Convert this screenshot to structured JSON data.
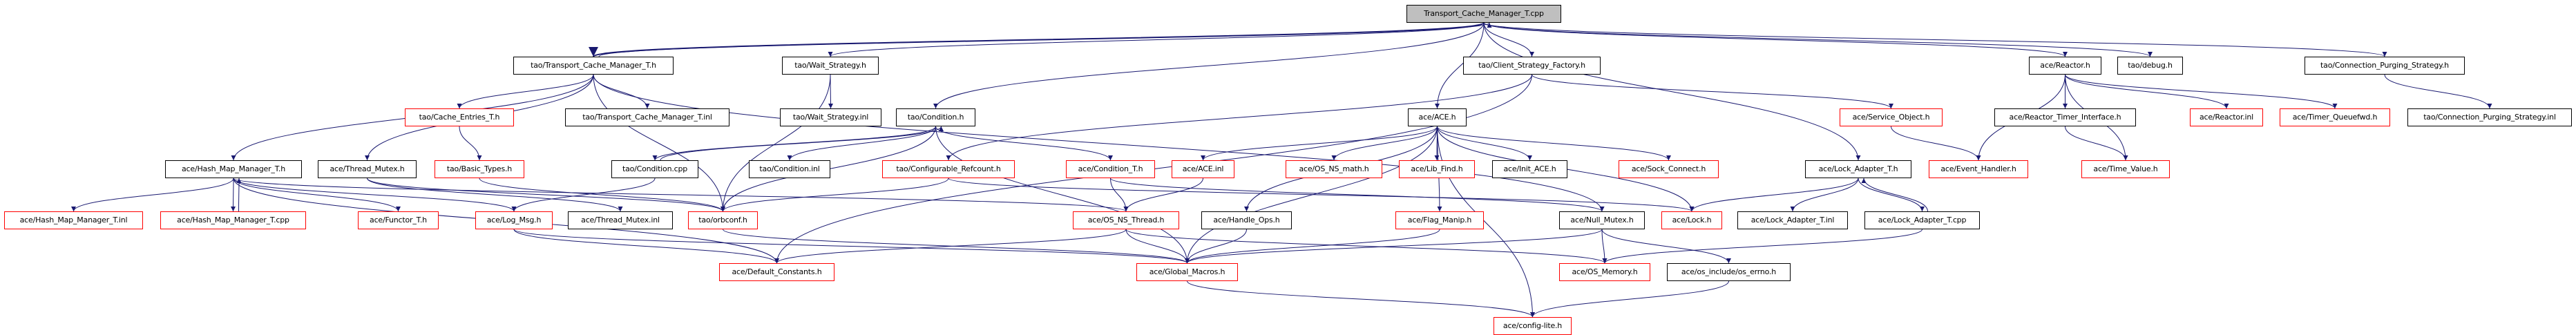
{
  "graph": {
    "title": "Transport_Cache_Manager_T.cpp include dependency graph",
    "edge_color": "#191970",
    "incomplete_border_color": "#ff0000",
    "root_fill_color": "#bfbfbf",
    "nodes": [
      {
        "id": "root",
        "label": "Transport_Cache_Manager_T.cpp",
        "style": "root"
      },
      {
        "id": "tcm_h",
        "label": "tao/Transport_Cache_Manager_T.h",
        "style": "normal"
      },
      {
        "id": "wait_h",
        "label": "tao/Wait_Strategy.h",
        "style": "normal"
      },
      {
        "id": "csf_h",
        "label": "tao/Client_Strategy_Factory.h",
        "style": "normal"
      },
      {
        "id": "reactor_h",
        "label": "ace/Reactor.h",
        "style": "normal"
      },
      {
        "id": "debug_h",
        "label": "tao/debug.h",
        "style": "normal"
      },
      {
        "id": "cps_h",
        "label": "tao/Connection_Purging_Strategy.h",
        "style": "normal"
      },
      {
        "id": "cache_entries",
        "label": "tao/Cache_Entries_T.h",
        "style": "red"
      },
      {
        "id": "tcm_inl",
        "label": "tao/Transport_Cache_Manager_T.inl",
        "style": "normal"
      },
      {
        "id": "wait_inl",
        "label": "tao/Wait_Strategy.inl",
        "style": "normal"
      },
      {
        "id": "condition_h",
        "label": "tao/Condition.h",
        "style": "normal"
      },
      {
        "id": "ace_h",
        "label": "ace/ACE.h",
        "style": "normal"
      },
      {
        "id": "service_object",
        "label": "ace/Service_Object.h",
        "style": "red"
      },
      {
        "id": "rti_h",
        "label": "ace/Reactor_Timer_Interface.h",
        "style": "normal"
      },
      {
        "id": "reactor_inl",
        "label": "ace/Reactor.inl",
        "style": "red"
      },
      {
        "id": "tqfwd",
        "label": "ace/Timer_Queuefwd.h",
        "style": "red"
      },
      {
        "id": "cps_inl",
        "label": "tao/Connection_Purging_Strategy.inl",
        "style": "normal"
      },
      {
        "id": "hmm_h",
        "label": "ace/Hash_Map_Manager_T.h",
        "style": "normal"
      },
      {
        "id": "thread_mutex_h",
        "label": "ace/Thread_Mutex.h",
        "style": "normal"
      },
      {
        "id": "basic_types",
        "label": "tao/Basic_Types.h",
        "style": "red"
      },
      {
        "id": "condition_cpp",
        "label": "tao/Condition.cpp",
        "style": "normal"
      },
      {
        "id": "condition_inl",
        "label": "tao/Condition.inl",
        "style": "normal"
      },
      {
        "id": "conf_refcount",
        "label": "tao/Configurable_Refcount.h",
        "style": "red"
      },
      {
        "id": "condition_t",
        "label": "ace/Condition_T.h",
        "style": "red"
      },
      {
        "id": "ace_inl",
        "label": "ace/ACE.inl",
        "style": "red"
      },
      {
        "id": "os_ns_math",
        "label": "ace/OS_NS_math.h",
        "style": "red"
      },
      {
        "id": "lib_find",
        "label": "ace/Lib_Find.h",
        "style": "red"
      },
      {
        "id": "init_ace",
        "label": "ace/Init_ACE.h",
        "style": "normal"
      },
      {
        "id": "sock_connect",
        "label": "ace/Sock_Connect.h",
        "style": "red"
      },
      {
        "id": "lock_adapter_h",
        "label": "ace/Lock_Adapter_T.h",
        "style": "normal"
      },
      {
        "id": "event_handler",
        "label": "ace/Event_Handler.h",
        "style": "red"
      },
      {
        "id": "time_value",
        "label": "ace/Time_Value.h",
        "style": "red"
      },
      {
        "id": "hmm_inl",
        "label": "ace/Hash_Map_Manager_T.inl",
        "style": "red"
      },
      {
        "id": "hmm_cpp",
        "label": "ace/Hash_Map_Manager_T.cpp",
        "style": "red"
      },
      {
        "id": "functor_t",
        "label": "ace/Functor_T.h",
        "style": "red"
      },
      {
        "id": "log_msg",
        "label": "ace/Log_Msg.h",
        "style": "red"
      },
      {
        "id": "thread_mutex_inl",
        "label": "ace/Thread_Mutex.inl",
        "style": "normal"
      },
      {
        "id": "orbconf",
        "label": "tao/orbconf.h",
        "style": "red"
      },
      {
        "id": "os_ns_thread",
        "label": "ace/OS_NS_Thread.h",
        "style": "red"
      },
      {
        "id": "handle_ops",
        "label": "ace/Handle_Ops.h",
        "style": "normal"
      },
      {
        "id": "flag_manip",
        "label": "ace/Flag_Manip.h",
        "style": "red"
      },
      {
        "id": "null_mutex",
        "label": "ace/Null_Mutex.h",
        "style": "normal"
      },
      {
        "id": "lock_h",
        "label": "ace/Lock.h",
        "style": "red"
      },
      {
        "id": "lock_adapter_inl",
        "label": "ace/Lock_Adapter_T.inl",
        "style": "normal"
      },
      {
        "id": "lock_adapter_cpp",
        "label": "ace/Lock_Adapter_T.cpp",
        "style": "normal"
      },
      {
        "id": "default_constants",
        "label": "ace/Default_Constants.h",
        "style": "red"
      },
      {
        "id": "global_macros",
        "label": "ace/Global_Macros.h",
        "style": "red"
      },
      {
        "id": "os_memory",
        "label": "ace/OS_Memory.h",
        "style": "red"
      },
      {
        "id": "os_errno",
        "label": "ace/os_include/os_errno.h",
        "style": "normal"
      },
      {
        "id": "config_lite",
        "label": "ace/config-lite.h",
        "style": "red"
      }
    ],
    "edges": [
      [
        "root",
        "tcm_h"
      ],
      [
        "tcm_h",
        "root"
      ],
      [
        "root",
        "wait_h"
      ],
      [
        "root",
        "condition_h"
      ],
      [
        "root",
        "csf_h"
      ],
      [
        "root",
        "ace_h"
      ],
      [
        "root",
        "lock_adapter_h"
      ],
      [
        "root",
        "reactor_h"
      ],
      [
        "root",
        "debug_h"
      ],
      [
        "root",
        "cps_h"
      ],
      [
        "tcm_h",
        "cache_entries"
      ],
      [
        "tcm_h",
        "tcm_inl"
      ],
      [
        "tcm_h",
        "hmm_h"
      ],
      [
        "tcm_h",
        "thread_mutex_h"
      ],
      [
        "tcm_h",
        "orbconf"
      ],
      [
        "tcm_h",
        "null_mutex"
      ],
      [
        "wait_h",
        "wait_inl"
      ],
      [
        "wait_h",
        "orbconf"
      ],
      [
        "cache_entries",
        "basic_types"
      ],
      [
        "condition_h",
        "condition_cpp"
      ],
      [
        "condition_cpp",
        "condition_h"
      ],
      [
        "condition_h",
        "condition_inl"
      ],
      [
        "condition_h",
        "condition_t"
      ],
      [
        "condition_h",
        "global_macros"
      ],
      [
        "condition_h",
        "orbconf"
      ],
      [
        "csf_h",
        "service_object"
      ],
      [
        "csf_h",
        "conf_refcount"
      ],
      [
        "csf_h",
        "default_constants"
      ],
      [
        "ace_h",
        "ace_inl"
      ],
      [
        "ace_h",
        "os_ns_math"
      ],
      [
        "ace_h",
        "lib_find"
      ],
      [
        "ace_h",
        "init_ace"
      ],
      [
        "ace_h",
        "sock_connect"
      ],
      [
        "ace_h",
        "handle_ops"
      ],
      [
        "ace_h",
        "flag_manip"
      ],
      [
        "ace_h",
        "lock_h"
      ],
      [
        "ace_h",
        "global_macros"
      ],
      [
        "ace_h",
        "config_lite"
      ],
      [
        "reactor_h",
        "event_handler"
      ],
      [
        "reactor_h",
        "rti_h"
      ],
      [
        "reactor_h",
        "time_value"
      ],
      [
        "reactor_h",
        "reactor_inl"
      ],
      [
        "reactor_h",
        "tqfwd"
      ],
      [
        "cps_h",
        "cps_inl"
      ],
      [
        "service_object",
        "event_handler"
      ],
      [
        "rti_h",
        "time_value"
      ],
      [
        "hmm_h",
        "hmm_inl"
      ],
      [
        "hmm_h",
        "hmm_cpp"
      ],
      [
        "hmm_cpp",
        "hmm_h"
      ],
      [
        "hmm_h",
        "functor_t"
      ],
      [
        "hmm_h",
        "log_msg"
      ],
      [
        "hmm_h",
        "default_constants"
      ],
      [
        "hmm_h",
        "os_ns_thread"
      ],
      [
        "thread_mutex_h",
        "thread_mutex_inl"
      ],
      [
        "thread_mutex_h",
        "orbconf"
      ],
      [
        "basic_types",
        "orbconf"
      ],
      [
        "condition_cpp",
        "log_msg"
      ],
      [
        "conf_refcount",
        "orbconf"
      ],
      [
        "conf_refcount",
        "lock_h"
      ],
      [
        "condition_t",
        "os_ns_thread"
      ],
      [
        "condition_t",
        "null_mutex"
      ],
      [
        "ace_inl",
        "os_ns_thread"
      ],
      [
        "lock_adapter_h",
        "lock_h"
      ],
      [
        "lock_adapter_h",
        "lock_adapter_inl"
      ],
      [
        "lock_adapter_h",
        "lock_adapter_cpp"
      ],
      [
        "lock_adapter_cpp",
        "lock_adapter_h"
      ],
      [
        "log_msg",
        "default_constants"
      ],
      [
        "log_msg",
        "global_macros"
      ],
      [
        "orbconf",
        "global_macros"
      ],
      [
        "os_ns_thread",
        "default_constants"
      ],
      [
        "os_ns_thread",
        "global_macros"
      ],
      [
        "os_ns_thread",
        "os_memory"
      ],
      [
        "handle_ops",
        "global_macros"
      ],
      [
        "flag_manip",
        "global_macros"
      ],
      [
        "null_mutex",
        "global_macros"
      ],
      [
        "null_mutex",
        "os_memory"
      ],
      [
        "null_mutex",
        "os_errno"
      ],
      [
        "lock_adapter_cpp",
        "os_memory"
      ],
      [
        "global_macros",
        "config_lite"
      ],
      [
        "os_errno",
        "config_lite"
      ]
    ]
  }
}
